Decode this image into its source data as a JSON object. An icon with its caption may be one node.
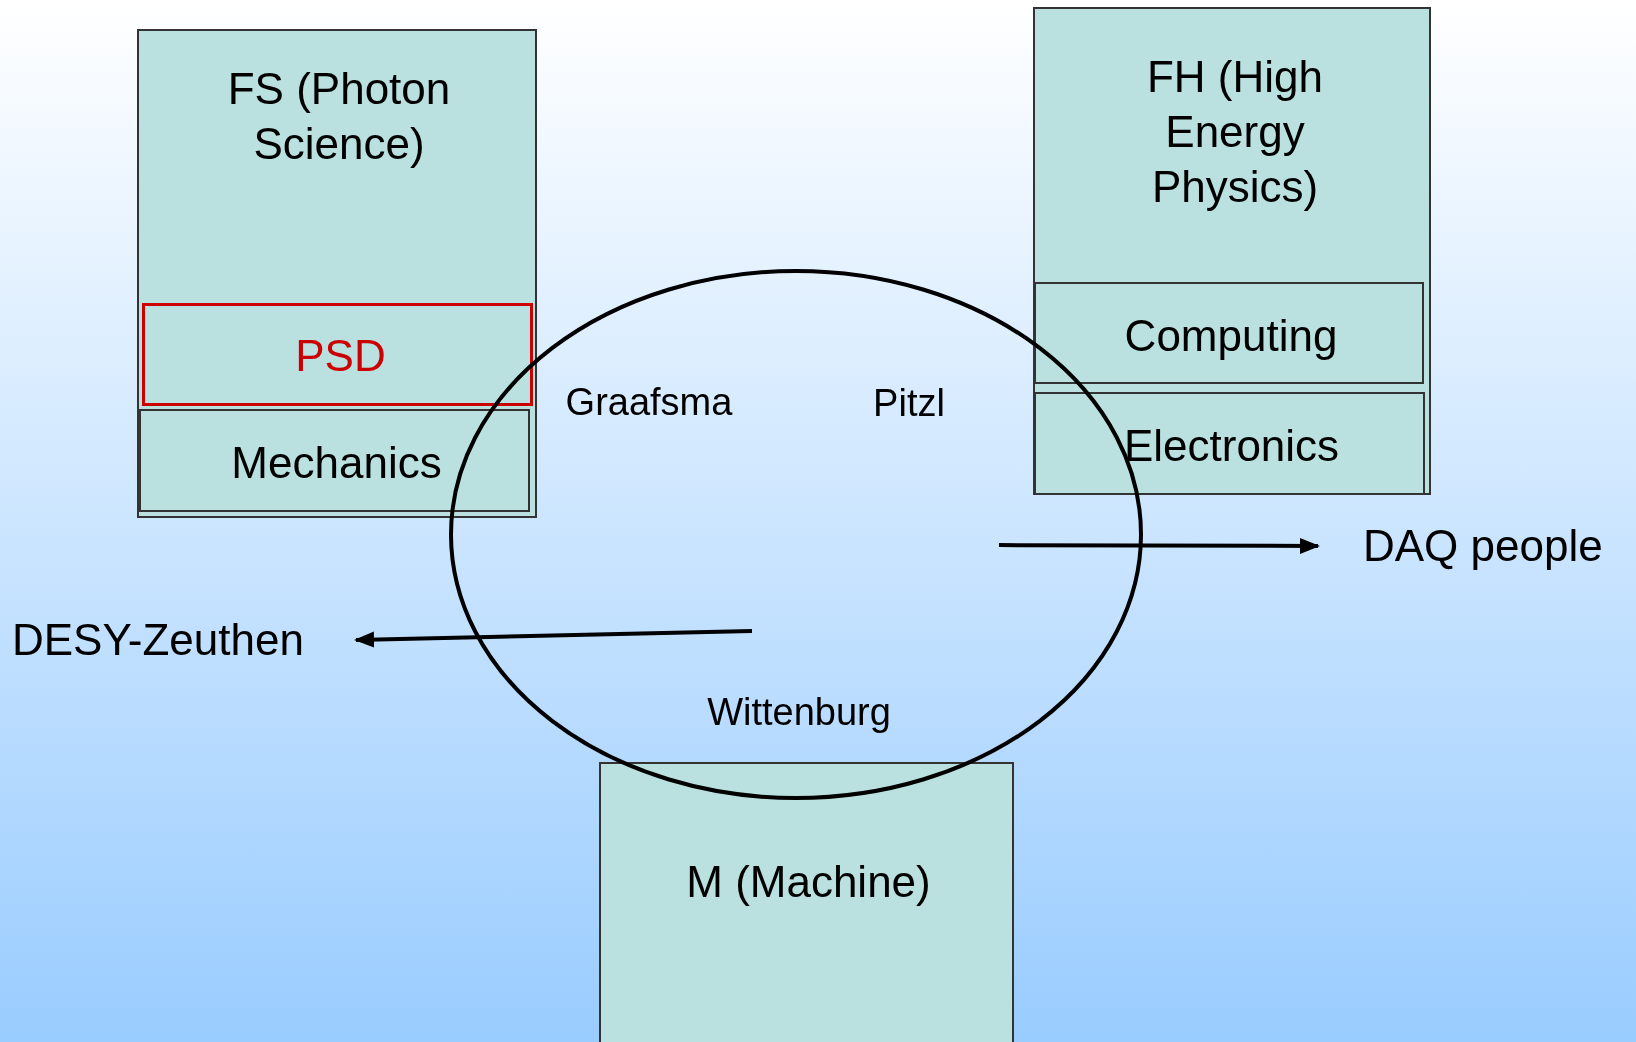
{
  "diagram": {
    "nodes": [
      {
        "text": [
          "FS (Photon Science)"
        ]
      },
      {
        "text": [
          "PSD"
        ],
        "in": 0
      },
      {
        "text": [
          "Mechanics"
        ],
        "in": 0
      },
      {
        "text": [
          "FH (High Energy Physics)"
        ]
      },
      {
        "text": [
          "Computing"
        ],
        "in": 3
      },
      {
        "text": [
          "Electronics"
        ],
        "in": 3
      },
      {
        "text": [
          "Graafsma",
          "Pitzl",
          "Wittenburg"
        ]
      },
      {
        "text": [
          "M (Machine)"
        ]
      },
      {
        "text": [
          "DAQ people"
        ]
      },
      {
        "text": [
          "DESY-Zeuthen"
        ]
      }
    ],
    "edges": [
      {
        "from": 6,
        "to": 8,
        "arrow": "to"
      },
      {
        "from": 6,
        "to": 9,
        "arrow": "to"
      }
    ]
  }
}
